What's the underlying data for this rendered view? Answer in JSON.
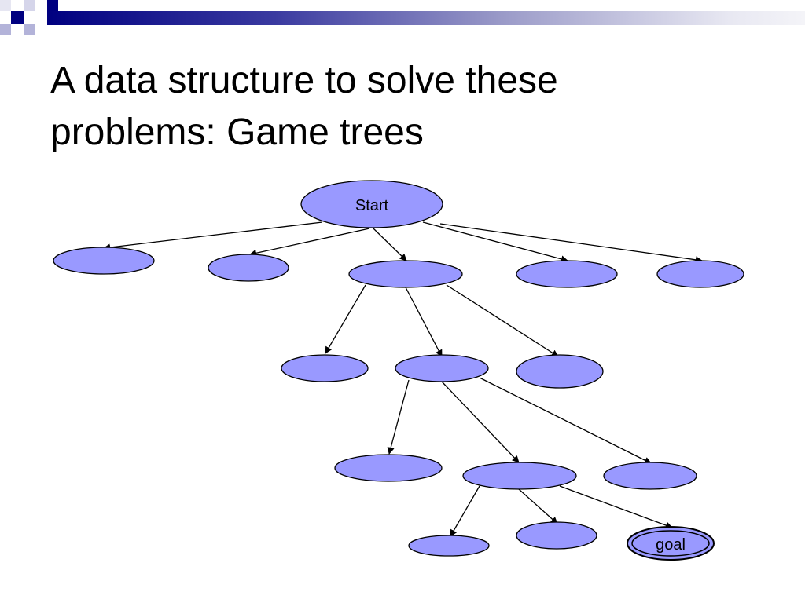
{
  "slide": {
    "title_lines": [
      "A data structure to solve these",
      "problems: Game trees"
    ]
  },
  "colors": {
    "node_fill": "#9999FF",
    "node_stroke": "#000000",
    "header_dark": "#000080"
  },
  "tree": {
    "root": {
      "label": "Start"
    },
    "goal": {
      "label": "goal"
    }
  }
}
